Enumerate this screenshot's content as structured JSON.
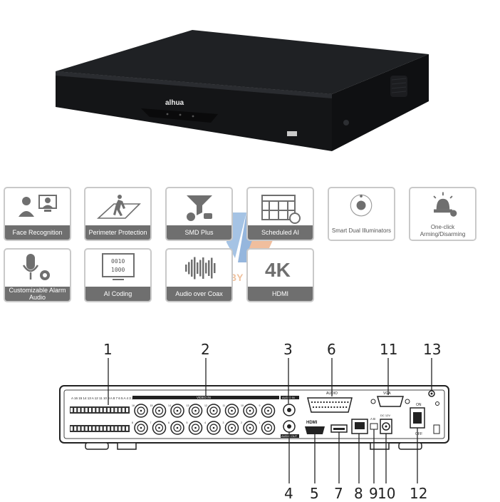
{
  "device_top": {
    "brand": "alhua"
  },
  "features": [
    {
      "label": "Face Recognition",
      "icon": "face-recognition-icon"
    },
    {
      "label": "Perimeter Protection",
      "icon": "perimeter-protection-icon"
    },
    {
      "label": "SMD Plus",
      "icon": "smd-plus-icon"
    },
    {
      "label": "Scheduled AI",
      "icon": "scheduled-ai-icon"
    },
    {
      "label": "Smart Dual Illuminators",
      "icon": "dual-illuminators-icon"
    },
    {
      "label": "One-click Arming/Disarming",
      "icon": "arming-alarm-icon"
    },
    {
      "label": "Customizable Alarm Audio",
      "icon": "microphone-gear-icon"
    },
    {
      "label": "AI Coding",
      "icon": "ai-coding-icon",
      "screen_lines": [
        "0010",
        "1000"
      ]
    },
    {
      "label": "Audio over Coax",
      "icon": "audio-coax-icon"
    },
    {
      "label": "HDMI",
      "icon": "4k-icon",
      "big_text": "4K"
    }
  ],
  "watermark": {
    "text": "BY SERVICIOS"
  },
  "rear_panel": {
    "alarm_top_labels": "A 16 15 14 13 A 12 11 10 9 A 8 7 6 5 A 4 3 2 1",
    "video_in_label": "VIDEO IN",
    "audio_in_label": "AUDIO IN",
    "audio_out_label": "AUDIO OUT",
    "audio_label": "AUDIO",
    "vga_label": "VGA",
    "hdmi_label": "HDMI",
    "rs485_label": "A B",
    "power_label": "DC 12V",
    "switch_on": "ON",
    "switch_off": "OFF",
    "channel_numbers_top": [
      "16",
      "15",
      "14",
      "13",
      "12",
      "11",
      "10",
      "9"
    ],
    "channel_numbers_bottom": [
      "8",
      "7",
      "6",
      "5",
      "4",
      "3",
      "2",
      "1"
    ]
  },
  "callouts": [
    "1",
    "2",
    "3",
    "4",
    "5",
    "6",
    "7",
    "8",
    "9",
    "10",
    "11",
    "12",
    "13"
  ]
}
